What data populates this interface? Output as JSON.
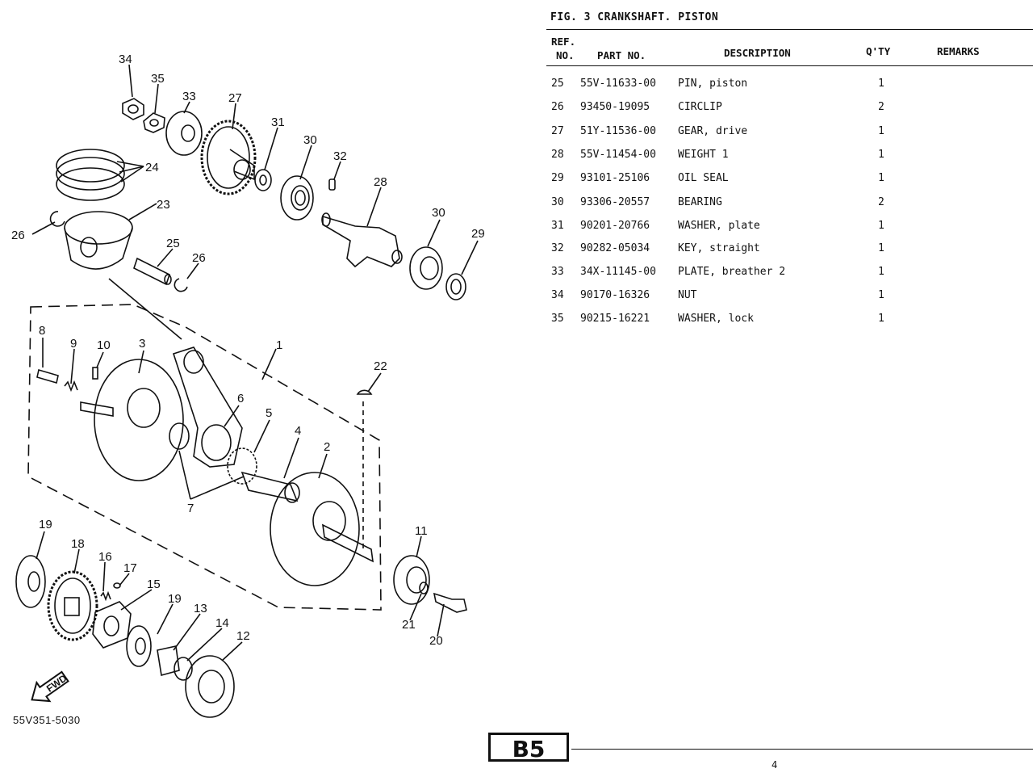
{
  "figure": {
    "title": "FIG.  3  CRANKSHAFT. PISTON",
    "diagram_code": "55V351-5030",
    "fwd_label": "FWD"
  },
  "table": {
    "headers": {
      "ref_line1": "REF.",
      "ref_line2": "NO.",
      "part_no": "PART NO.",
      "description": "DESCRIPTION",
      "qty": "Q'TY",
      "remarks": "REMARKS"
    },
    "rows": [
      {
        "ref": "25",
        "part_no": "55V-11633-00",
        "description": "PIN, piston",
        "qty": "1",
        "remarks": ""
      },
      {
        "ref": "26",
        "part_no": "93450-19095",
        "description": "CIRCLIP",
        "qty": "2",
        "remarks": ""
      },
      {
        "ref": "27",
        "part_no": "51Y-11536-00",
        "description": "GEAR, drive",
        "qty": "1",
        "remarks": ""
      },
      {
        "ref": "28",
        "part_no": "55V-11454-00",
        "description": "WEIGHT 1",
        "qty": "1",
        "remarks": ""
      },
      {
        "ref": "29",
        "part_no": "93101-25106",
        "description": "OIL SEAL",
        "qty": "1",
        "remarks": ""
      },
      {
        "ref": "30",
        "part_no": "93306-20557",
        "description": "BEARING",
        "qty": "2",
        "remarks": ""
      },
      {
        "ref": "31",
        "part_no": "90201-20766",
        "description": "WASHER, plate",
        "qty": "1",
        "remarks": ""
      },
      {
        "ref": "32",
        "part_no": "90282-05034",
        "description": "KEY, straight",
        "qty": "1",
        "remarks": ""
      },
      {
        "ref": "33",
        "part_no": "34X-11145-00",
        "description": "PLATE, breather 2",
        "qty": "1",
        "remarks": ""
      },
      {
        "ref": "34",
        "part_no": "90170-16326",
        "description": "NUT",
        "qty": "1",
        "remarks": ""
      },
      {
        "ref": "35",
        "part_no": "90215-16221",
        "description": "WASHER, lock",
        "qty": "1",
        "remarks": ""
      }
    ]
  },
  "callouts": [
    "34",
    "35",
    "33",
    "27",
    "31",
    "30",
    "32",
    "28",
    "24",
    "23",
    "26",
    "25",
    "26",
    "30",
    "29",
    "8",
    "9",
    "10",
    "3",
    "1",
    "22",
    "6",
    "5",
    "4",
    "2",
    "7",
    "19",
    "18",
    "16",
    "17",
    "15",
    "19",
    "13",
    "14",
    "12",
    "11",
    "21",
    "20"
  ],
  "footer": {
    "section_code": "B5",
    "page_number": "4"
  }
}
